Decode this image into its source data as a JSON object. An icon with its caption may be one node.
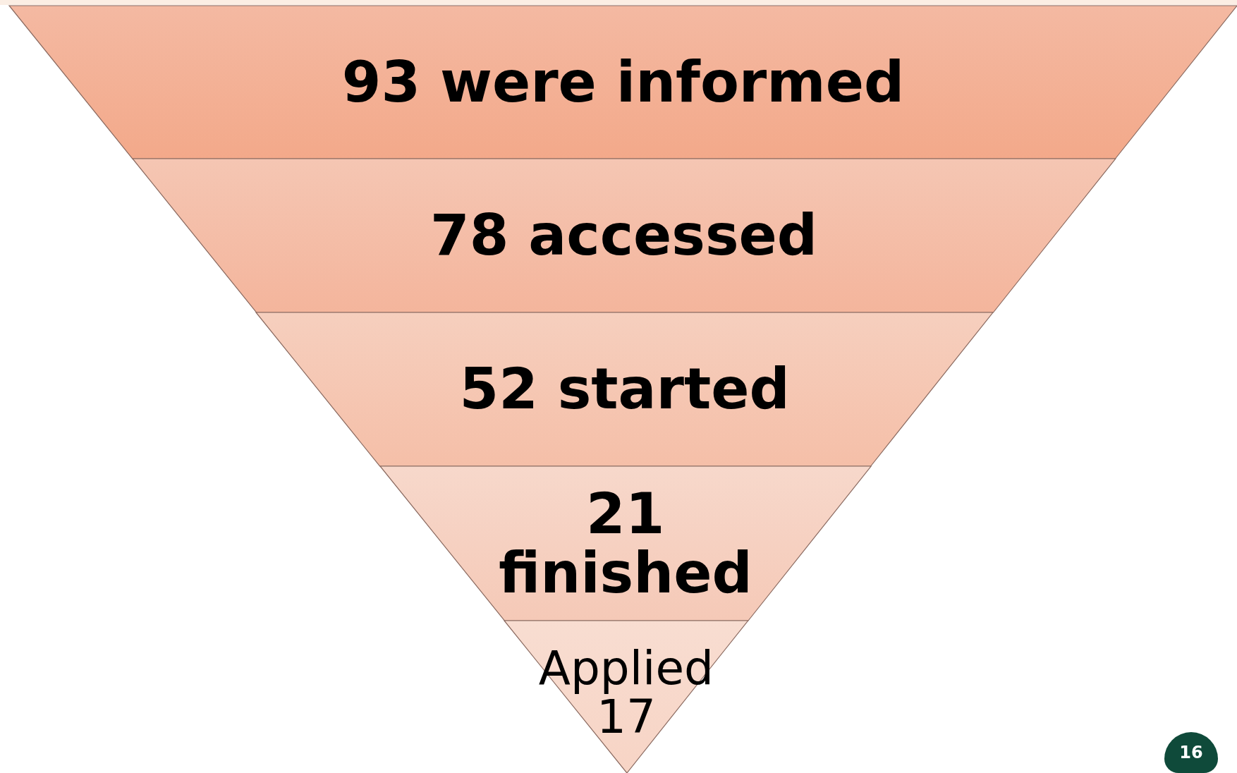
{
  "diagram": {
    "nodes": [
      {
        "text": [
          "93 were informed"
        ]
      },
      {
        "text": [
          "78 accessed"
        ]
      },
      {
        "text": [
          "52 started"
        ]
      },
      {
        "text": [
          "21 finished"
        ]
      },
      {
        "text": [
          "Applied 17"
        ]
      }
    ],
    "labels": [
      "16"
    ]
  }
}
